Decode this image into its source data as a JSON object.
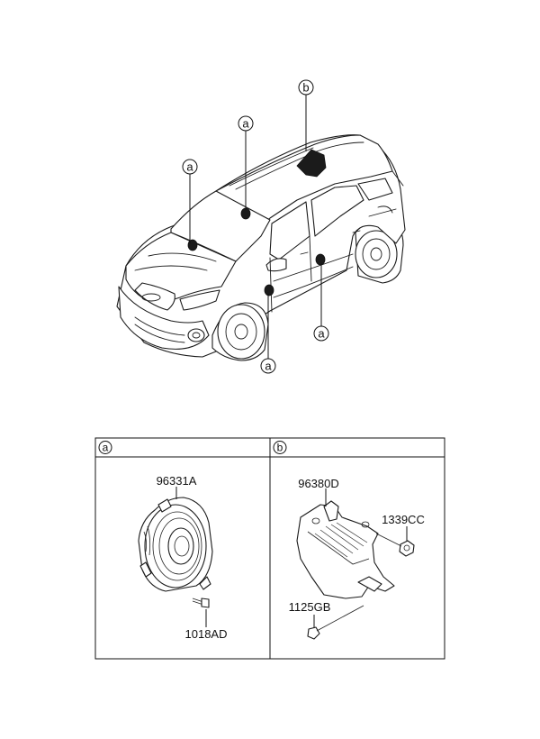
{
  "callouts": {
    "a": "a",
    "b": "b"
  },
  "table": {
    "col_a_header": "a",
    "col_b_header": "b"
  },
  "parts": {
    "speaker": "96331A",
    "screw": "1018AD",
    "bracket": "96380D",
    "nut": "1339CC",
    "bolt": "1125GB"
  }
}
